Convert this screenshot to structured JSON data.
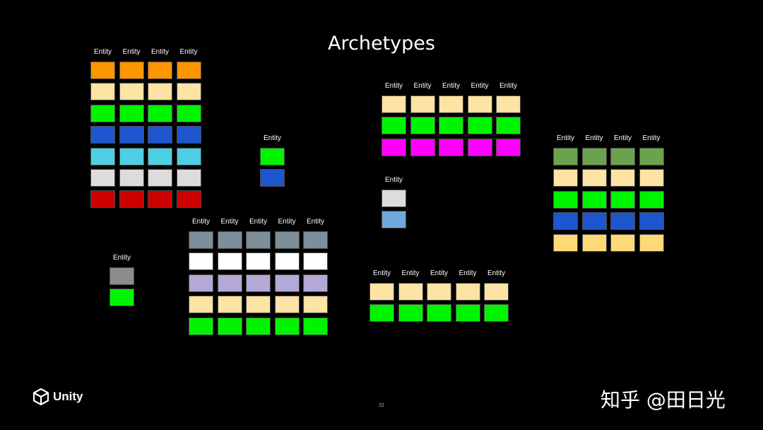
{
  "slide": {
    "title": "Archetypes",
    "page_number": "22",
    "logo_text": "Unity",
    "watermark": "知乎 @田日光"
  },
  "colors": {
    "orange": "#FF9500",
    "cream": "#FDE3A4",
    "green": "#00F400",
    "blue": "#1D56CF",
    "cyan": "#4ECFE3",
    "lightgray": "#DCDCDC",
    "red": "#CB0000",
    "magenta": "#FF00FF",
    "steelblue": "#7B8E99",
    "white": "#FFFFFF",
    "lavender": "#B4A8D6",
    "gray": "#8C8C8C",
    "skyblue": "#6EA8DC",
    "olive": "#6AA24E",
    "yellow": "#FFD978"
  },
  "archetypes": [
    {
      "id": "a1",
      "headers": [
        "Entity",
        "Entity",
        "Entity",
        "Entity"
      ],
      "rows": [
        "orange",
        "cream",
        "green",
        "blue",
        "cyan",
        "lightgray",
        "red"
      ]
    },
    {
      "id": "a2",
      "headers": [
        "Entity"
      ],
      "rows": [
        "green",
        "blue"
      ]
    },
    {
      "id": "a3",
      "headers": [
        "Entity",
        "Entity",
        "Entity",
        "Entity",
        "Entity"
      ],
      "rows": [
        "cream",
        "green",
        "magenta"
      ]
    },
    {
      "id": "a4",
      "headers": [
        "Entity"
      ],
      "rows": [
        "lightgray",
        "skyblue"
      ]
    },
    {
      "id": "a5",
      "headers": [
        "Entity",
        "Entity",
        "Entity",
        "Entity"
      ],
      "rows": [
        "olive",
        "cream",
        "green",
        "blue",
        "yellow"
      ]
    },
    {
      "id": "a6",
      "headers": [
        "Entity"
      ],
      "rows": [
        "gray",
        "green"
      ]
    },
    {
      "id": "a7",
      "headers": [
        "Entity",
        "Entity",
        "Entity",
        "Entity",
        "Entity"
      ],
      "rows": [
        "steelblue",
        "white",
        "lavender",
        "cream",
        "green"
      ]
    },
    {
      "id": "a8",
      "headers": [
        "Entity",
        "Entity",
        "Entity",
        "Entity",
        "Entity"
      ],
      "rows": [
        "cream",
        "green"
      ]
    }
  ]
}
